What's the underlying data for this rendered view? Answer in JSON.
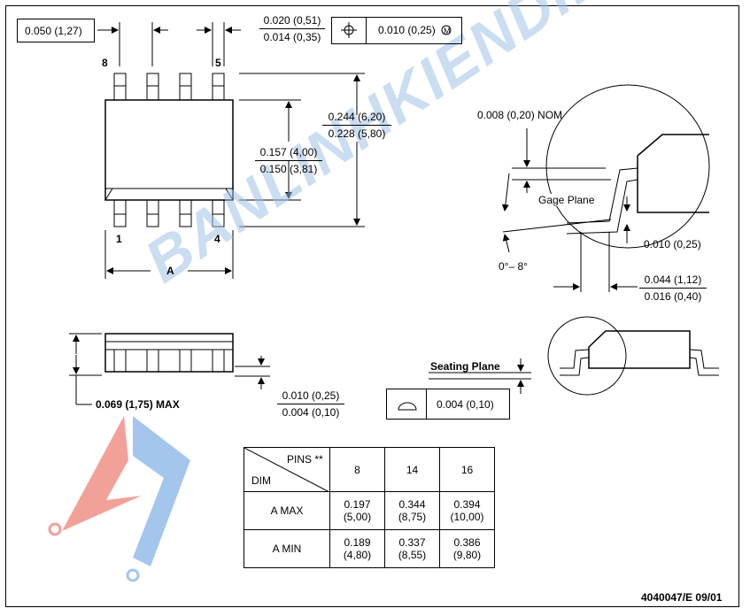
{
  "top_left": {
    "pitch": "0.050 (1,27)",
    "pin8": "8",
    "pin5": "5",
    "pin1": "1",
    "pin4": "4",
    "dim_a": "A"
  },
  "lead_width": {
    "max": "0.020 (0,51)",
    "min": "0.014 (0,35)"
  },
  "tolerance_box": {
    "value": "0.010 (0,25)",
    "modifier": "M"
  },
  "overall_width": {
    "max": "0.244 (6,20)",
    "min": "0.228 (5,80)"
  },
  "body_width": {
    "max": "0.157 (4,00)",
    "min": "0.150 (3,81)"
  },
  "detail": {
    "nom": "0.008 (0,20) NOM",
    "gage_plane": "Gage Plane",
    "gage_value": "0.010 (0,25)",
    "angle": "0°– 8°",
    "foot_max": "0.044 (1,12)",
    "foot_min": "0.016 (0,40)"
  },
  "side_view": {
    "height": "0.069 (1,75) MAX",
    "standoff_max": "0.010 (0,25)",
    "standoff_min": "0.004 (0,10)",
    "seating_plane": "Seating Plane",
    "coplanarity": "0.004 (0,10)"
  },
  "table": {
    "header_pins": "PINS **",
    "header_dim": "DIM",
    "columns": [
      "8",
      "14",
      "16"
    ],
    "rows": [
      {
        "label": "A  MAX",
        "values": [
          [
            "0.197",
            "(5,00)"
          ],
          [
            "0.344",
            "(8,75)"
          ],
          [
            "0.394",
            "(10,00)"
          ]
        ]
      },
      {
        "label": "A  MIN",
        "values": [
          [
            "0.189",
            "(4,80)"
          ],
          [
            "0.337",
            "(8,55)"
          ],
          [
            "0.386",
            "(9,80)"
          ]
        ]
      }
    ]
  },
  "footer_code": "4040047/E 09/01",
  "watermark": "BANLINHKIENDIENTU.VN",
  "colors": {
    "watermark": "#9fc3e6",
    "logo_red": "#f08a80",
    "logo_blue": "#8fb8e8"
  }
}
